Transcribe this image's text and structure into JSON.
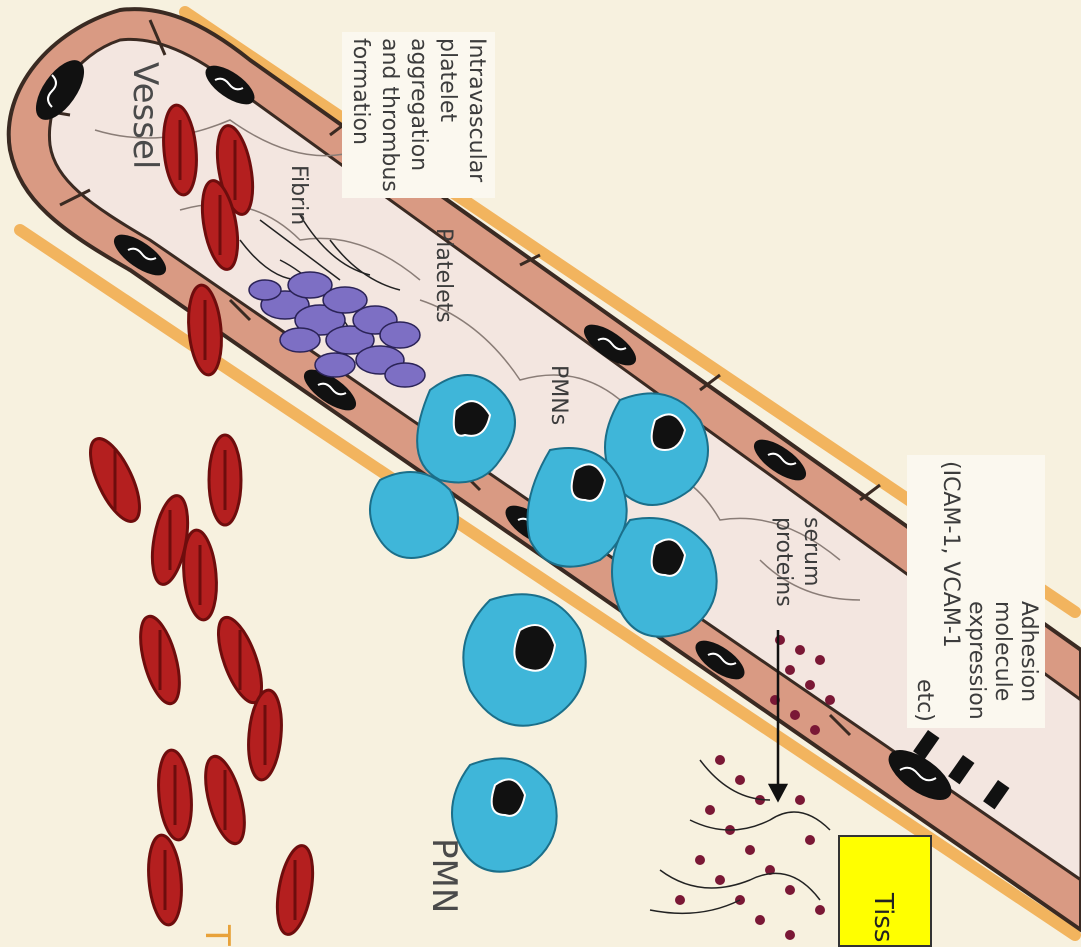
{
  "labels": {
    "vessel": "Vessel",
    "intravascular": [
      "Intravascular",
      "platelet",
      "aggregation",
      "and thrombus",
      "formation"
    ],
    "fibrin": "Fibrin",
    "platelets": "Platelets",
    "pmns_inside": "PMNs",
    "serum": [
      "serum",
      "proteins"
    ],
    "adhesion": [
      "Adhesion",
      "molecule",
      "expression",
      "(ICAM-1, VCAM-1",
      "etc)"
    ],
    "pmn_tissue": "PMN",
    "tissue_box": "Tiss",
    "bottom_letter": "T"
  },
  "colors": {
    "background": "#f7f1df",
    "vessel_wall": "#d99a83",
    "vessel_outline": "#3a2a22",
    "vessel_lumen": "#f3e6e0",
    "vessel_border_stripe": "#f2b45e",
    "rbc": "#b41f1f",
    "rbc_dark": "#6e0d0d",
    "pmn": "#3fb6d9",
    "platelet": "#7d6fc4",
    "serum_protein": "#7a1836",
    "yellow_box": "#ffff00"
  }
}
